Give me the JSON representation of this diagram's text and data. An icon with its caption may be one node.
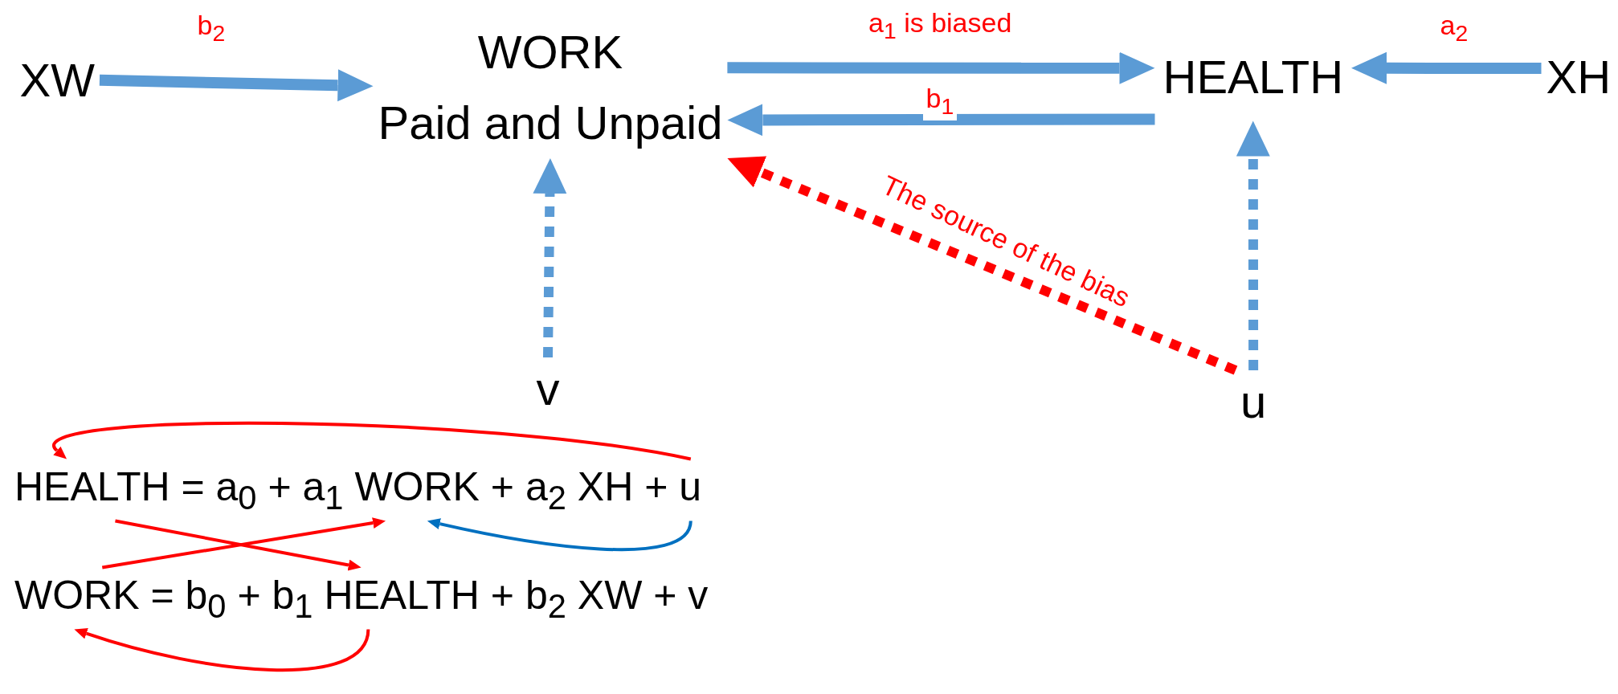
{
  "diagram": {
    "nodes": [
      {
        "text": [
          "XW"
        ]
      },
      {
        "text": [
          "WORK",
          "Paid and Unpaid"
        ]
      },
      {
        "text": [
          "HEALTH"
        ]
      },
      {
        "text": [
          "XH"
        ]
      },
      {
        "text": [
          "v"
        ]
      },
      {
        "text": [
          "u"
        ]
      },
      {
        "text": [
          "HEALTH = a$_{0}$ + a$_{1}$ WORK + a$_{2}$ XH + u"
        ]
      },
      {
        "text": [
          "WORK = b$_{0}$ + b$_{1}$ HEALTH + b$_{2}$ XW + v"
        ]
      }
    ],
    "edges": [
      {
        "from": 0,
        "to": 1,
        "arrow": "to",
        "label": "b$_{2}$"
      },
      {
        "from": 1,
        "to": 2,
        "arrow": "to",
        "label": "a$_{1}$ is biased"
      },
      {
        "from": 2,
        "to": 1,
        "arrow": "to",
        "label": "b$_{1}$"
      },
      {
        "from": 3,
        "to": 2,
        "arrow": "to",
        "label": "a$_{2}$"
      },
      {
        "from": 4,
        "to": 1,
        "arrow": "to",
        "style": "dashed"
      },
      {
        "from": 5,
        "to": 2,
        "arrow": "to",
        "style": "dashed"
      },
      {
        "from": 5,
        "to": 1,
        "arrow": "to",
        "label": "The source of the bias",
        "style": "dashed",
        "color": "#ff0000"
      },
      {
        "from": 6,
        "to": 6,
        "arrow": "to",
        "color": "#ff0000"
      },
      {
        "from": 6,
        "to": 7,
        "arrow": "to",
        "color": "#ff0000"
      },
      {
        "from": 7,
        "to": 6,
        "arrow": "to",
        "color": "#ff0000"
      },
      {
        "from": 6,
        "to": 6,
        "arrow": "to",
        "color": "#0070c0"
      },
      {
        "from": 7,
        "to": 7,
        "arrow": "to",
        "color": "#ff0000"
      }
    ]
  }
}
